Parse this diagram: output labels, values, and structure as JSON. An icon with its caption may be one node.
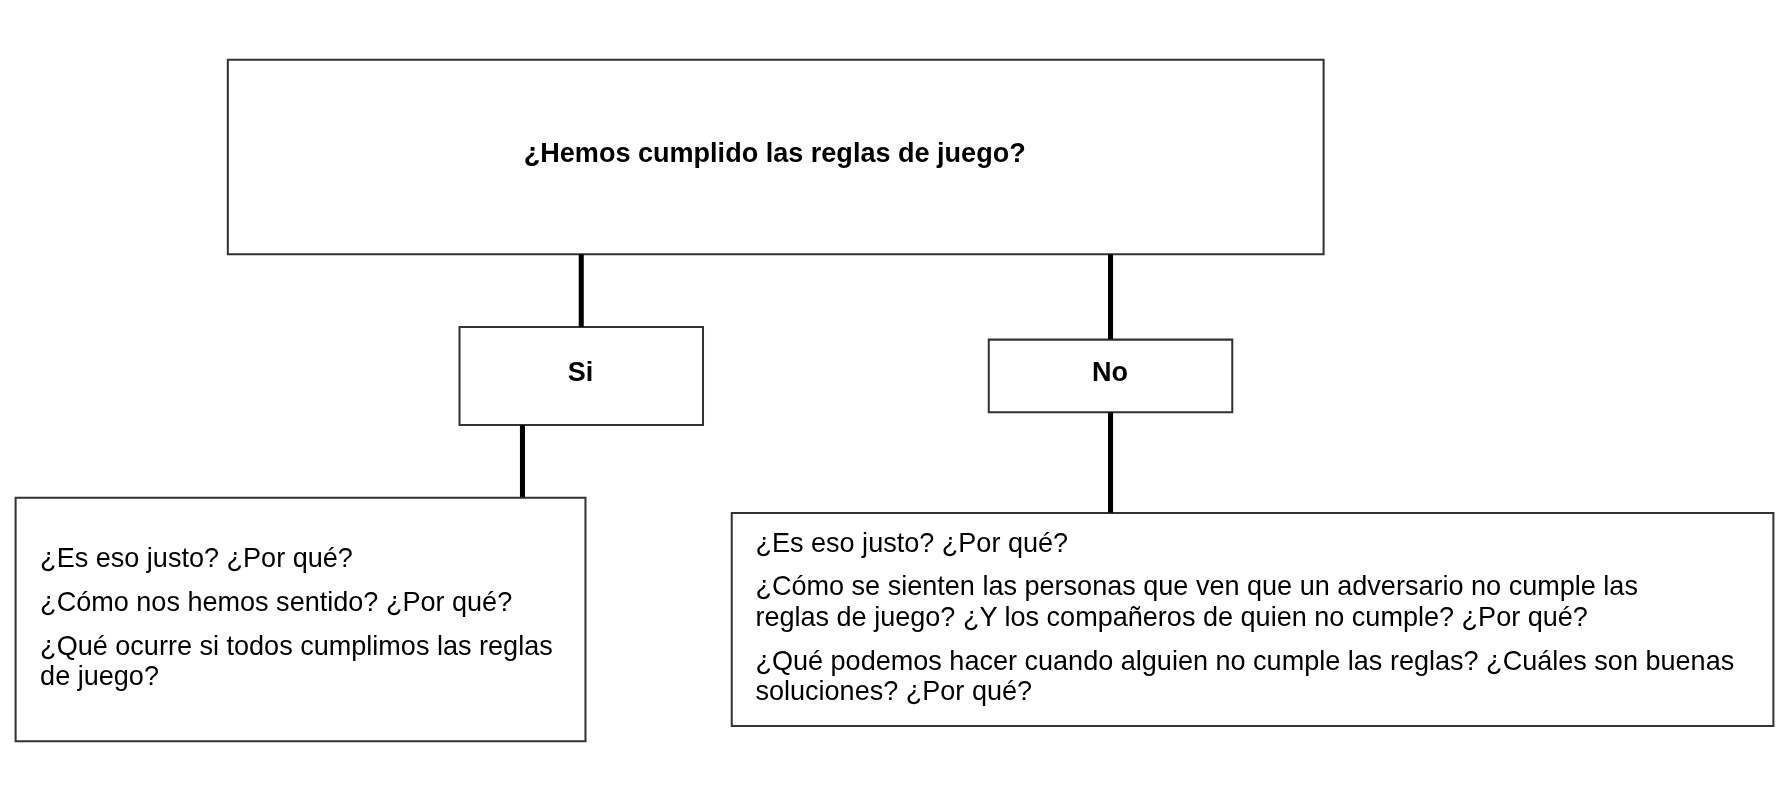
{
  "diagram": {
    "nodes": [
      {
        "text": [
          "¿Hemos cumplido las reglas de juego?"
        ]
      },
      {
        "text": [
          "Si"
        ]
      },
      {
        "text": [
          "No"
        ]
      },
      {
        "text": [
          "¿Es eso justo? ¿Por qué?",
          "¿Cómo nos hemos sentido? ¿Por qué?",
          "¿Qué ocurre si todos cumplimos las reglas de juego?"
        ]
      },
      {
        "text": [
          "¿Es eso justo? ¿Por qué?",
          "¿Cómo se sienten las personas que ven que un adversario no cumple las reglas de juego? ¿Y los compañeros de quien no cumple? ¿Por qué?",
          "¿Qué podemos hacer cuando alguien no cumple las reglas? ¿Cuáles son buenas soluciones? ¿Por qué?"
        ]
      }
    ],
    "edges": [
      {
        "from": 0,
        "to": 1,
        "arrow": "none"
      },
      {
        "from": 0,
        "to": 2,
        "arrow": "none"
      },
      {
        "from": 1,
        "to": 3,
        "arrow": "none"
      },
      {
        "from": 2,
        "to": 4,
        "arrow": "none"
      }
    ]
  }
}
